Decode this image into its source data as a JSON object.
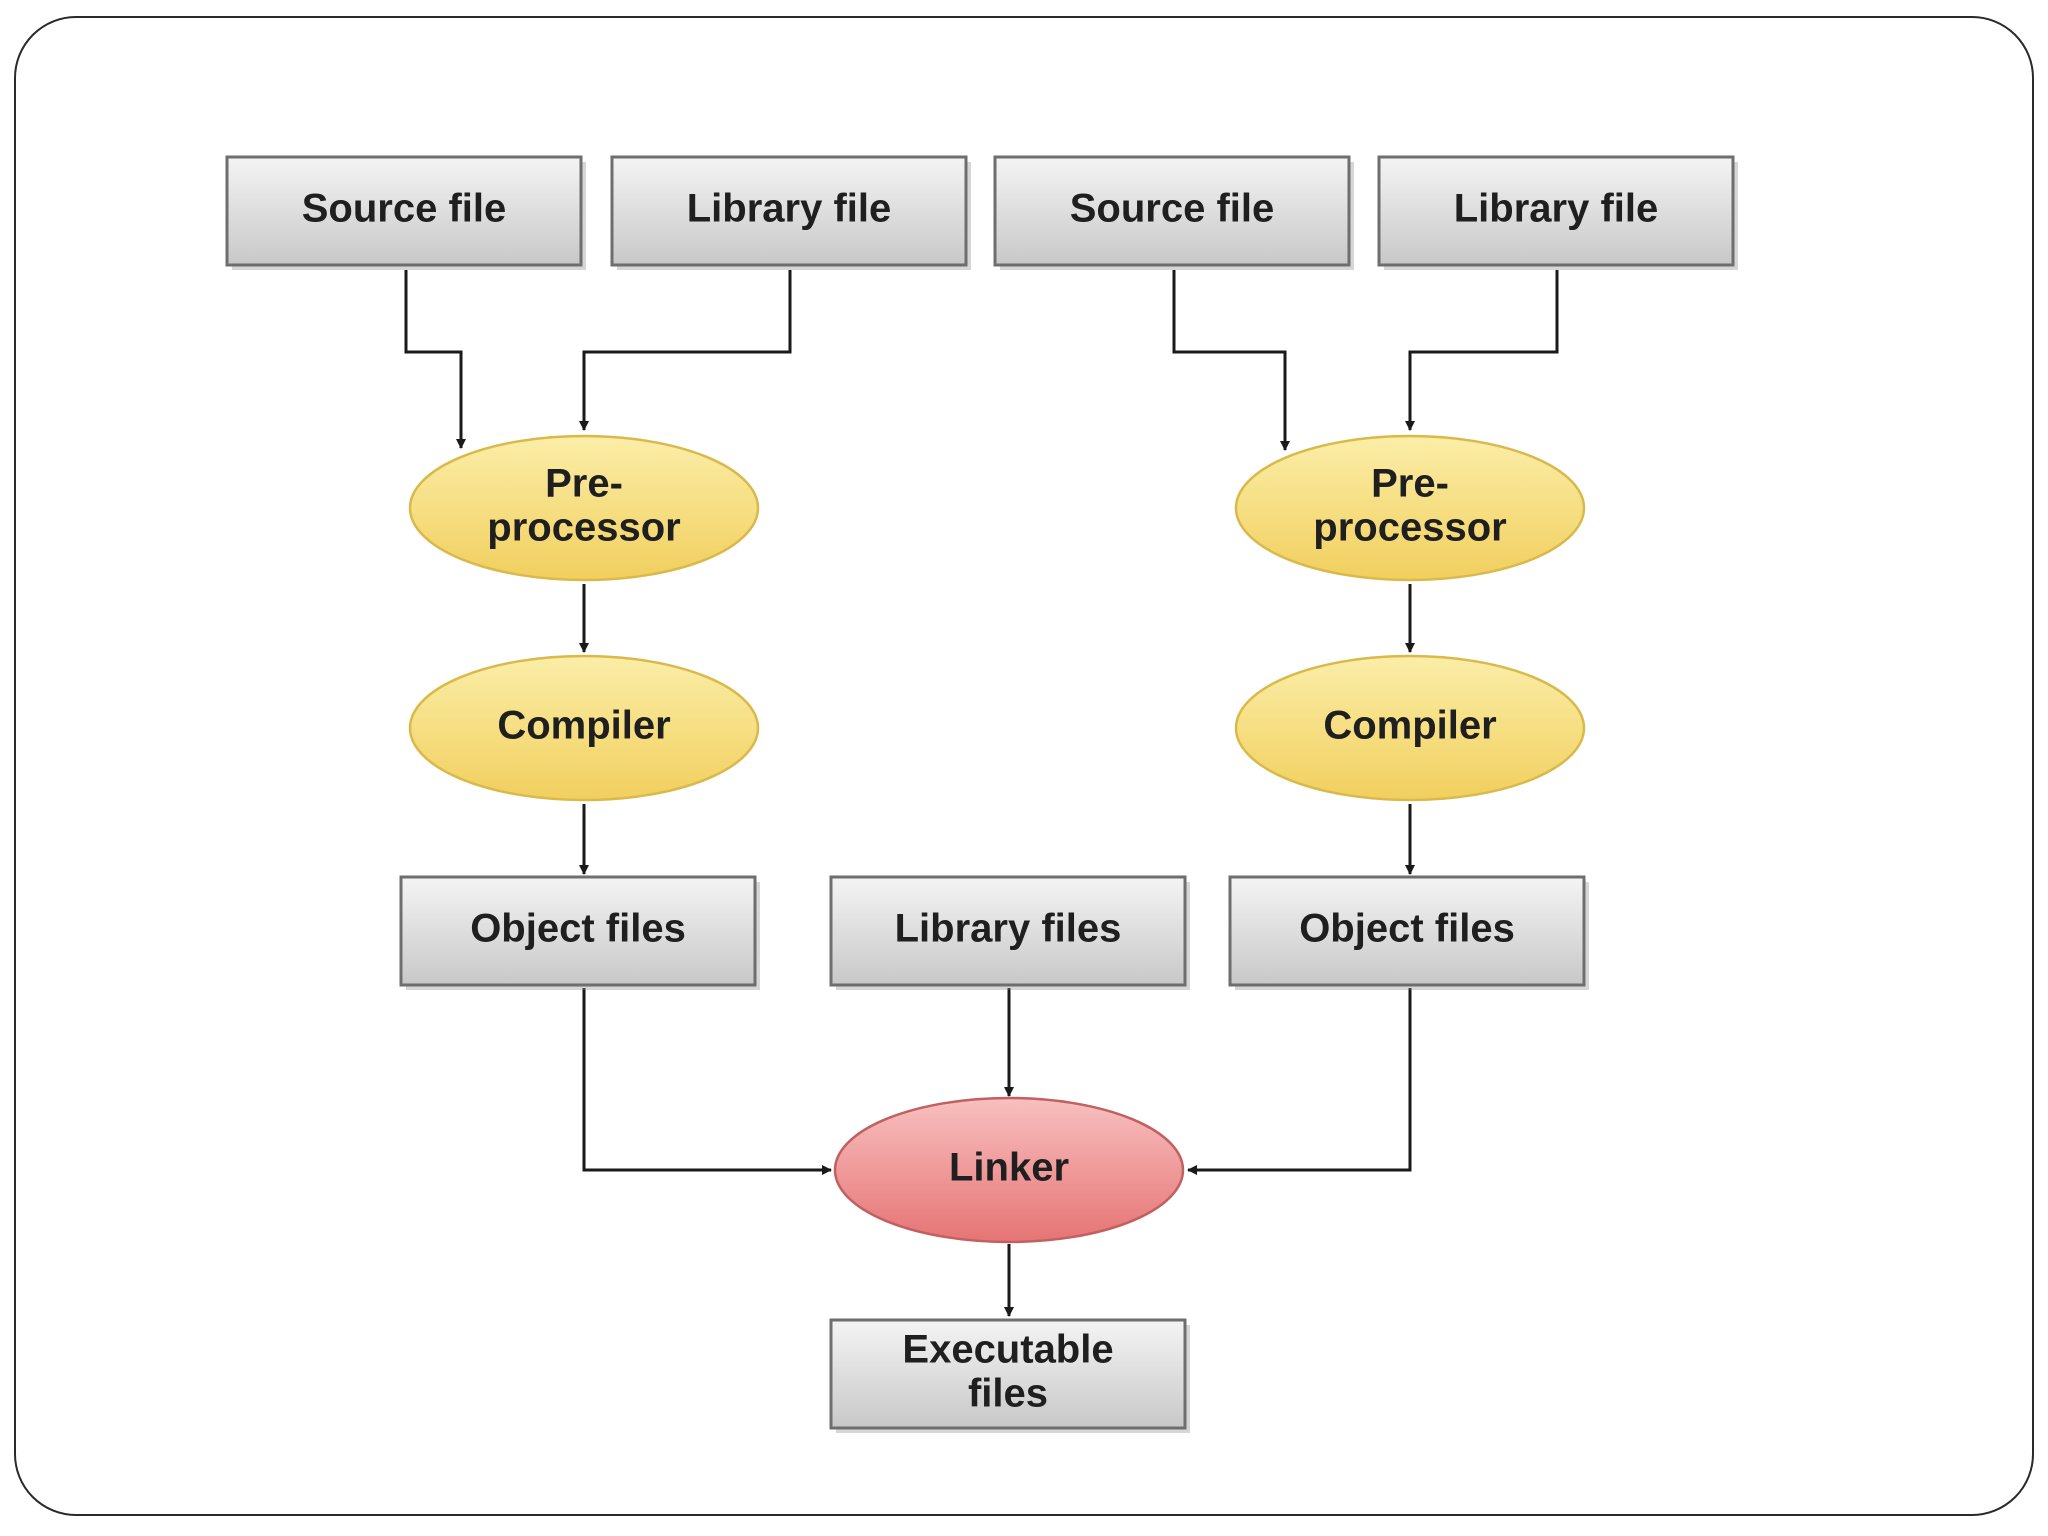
{
  "nodes": {
    "source_left": "Source file",
    "library_left": "Library file",
    "source_right": "Source file",
    "library_right": "Library file",
    "pre_left_line1": "Pre-",
    "pre_left_line2": "processor",
    "pre_right_line1": "Pre-",
    "pre_right_line2": "processor",
    "compiler_left": "Compiler",
    "compiler_right": "Compiler",
    "object_left": "Object files",
    "library_files": "Library files",
    "object_right": "Object files",
    "linker": "Linker",
    "exec_line1": "Executable",
    "exec_line2": "files"
  },
  "colors": {
    "box_fill": "#d9d9d9",
    "process_fill": "#f5dc7a",
    "linker_fill": "#ee8a8a"
  }
}
